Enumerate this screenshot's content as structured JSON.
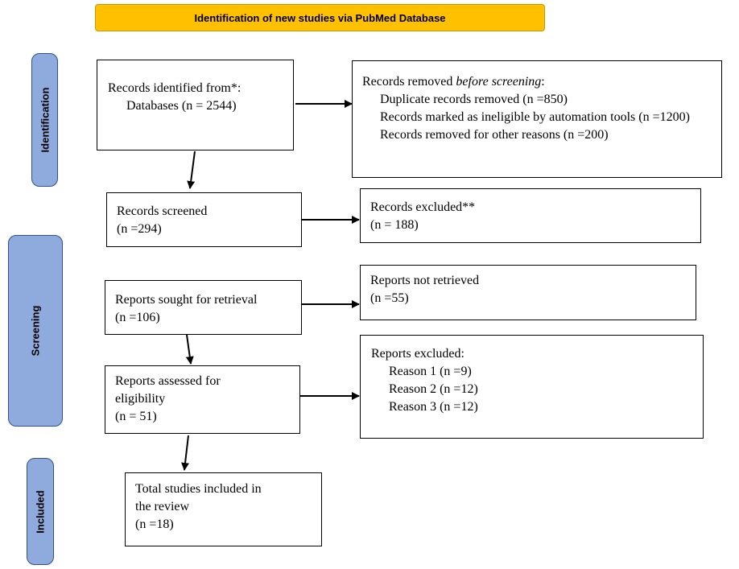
{
  "header": {
    "title": "Identification of new studies via PubMed Database"
  },
  "phases": {
    "identification": "Identification",
    "screening": "Screening",
    "included": "Included"
  },
  "boxes": {
    "identified": {
      "line1": "Records identified  from*:",
      "line2": "Databases (n = 2544)"
    },
    "removed": {
      "line1_prefix": "Records removed ",
      "line1_italic": "before screening",
      "line1_suffix": ":",
      "items": [
        "Duplicate  records removed  (n =850)",
        "Records marked as ineligible  by automation  tools  (n =1200)",
        "Records removed for other reasons  (n =200)"
      ]
    },
    "screened": {
      "line1": "Records screened",
      "line2": "(n =294)"
    },
    "excluded": {
      "line1": "Records excluded**",
      "line2": "(n = 188)"
    },
    "sought": {
      "line1": "Reports sought  for retrieval",
      "line2": "(n =106)"
    },
    "not_retrieved": {
      "line1": "Reports not retrieved",
      "line2": "(n =55)"
    },
    "assessed": {
      "line1": "Reports assessed for",
      "line2": "eligibility",
      "line3": "(n = 51)"
    },
    "reports_excluded": {
      "line1": "Reports excluded:",
      "items": [
        "Reason 1 (n =9)",
        "Reason 2 (n =12)",
        "Reason 3 (n =12)"
      ]
    },
    "included": {
      "line1": "Total studies included  in",
      "line2": "the review",
      "line3": "(n =18)"
    }
  }
}
